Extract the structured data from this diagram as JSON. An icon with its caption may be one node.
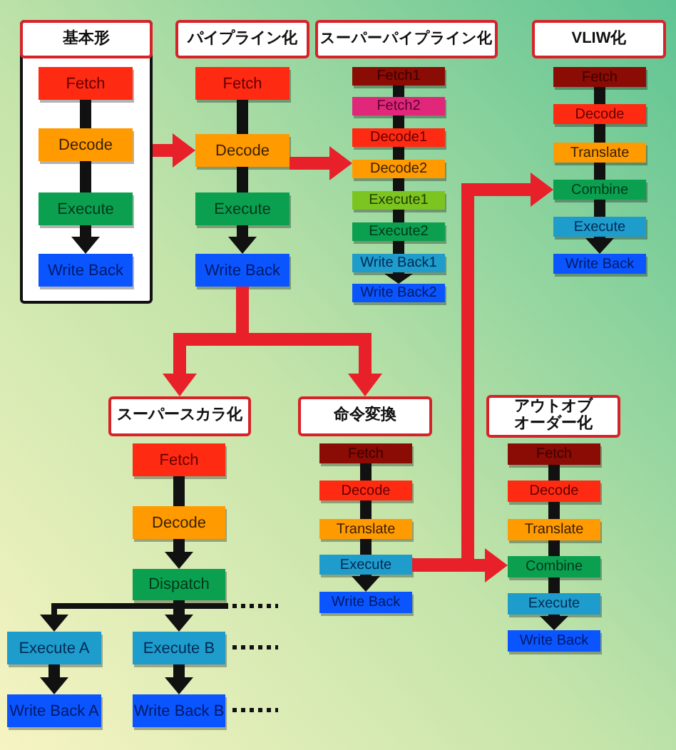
{
  "diagram": {
    "nodes": [
      {
        "text": [],
        "shape": "box"
      },
      {
        "text": [
          "基本形"
        ],
        "in": 0
      },
      {
        "text": [
          "Fetch"
        ],
        "in": 0
      },
      {
        "text": [
          "Decode"
        ],
        "in": 0
      },
      {
        "text": [
          "Execute"
        ],
        "in": 0
      },
      {
        "text": [
          "Write Back"
        ],
        "in": 0
      },
      {
        "text": [
          "パイプライン化"
        ]
      },
      {
        "text": [
          "Fetch"
        ]
      },
      {
        "text": [
          "Decode"
        ]
      },
      {
        "text": [
          "Execute"
        ]
      },
      {
        "text": [
          "Write Back"
        ]
      },
      {
        "text": [
          "スーパーパイプライン化"
        ]
      },
      {
        "text": [
          "Fetch1"
        ]
      },
      {
        "text": [
          "Fetch2"
        ]
      },
      {
        "text": [
          "Decode1"
        ]
      },
      {
        "text": [
          "Decode2"
        ]
      },
      {
        "text": [
          "Execute1"
        ]
      },
      {
        "text": [
          "Execute2"
        ]
      },
      {
        "text": [
          "Write Back1"
        ]
      },
      {
        "text": [
          "Write Back2"
        ]
      },
      {
        "text": [
          "VLIW化"
        ]
      },
      {
        "text": [
          "Fetch"
        ]
      },
      {
        "text": [
          "Decode"
        ]
      },
      {
        "text": [
          "Translate"
        ]
      },
      {
        "text": [
          "Combine"
        ]
      },
      {
        "text": [
          "Execute"
        ]
      },
      {
        "text": [
          "Write Back"
        ]
      },
      {
        "text": [
          "スーパースカラ化"
        ]
      },
      {
        "text": [
          "Fetch"
        ]
      },
      {
        "text": [
          "Decode"
        ]
      },
      {
        "text": [
          "Dispatch"
        ]
      },
      {
        "text": [
          "Execute A"
        ]
      },
      {
        "text": [
          "Execute B"
        ]
      },
      {
        "text": [
          "Write Back A"
        ]
      },
      {
        "text": [
          "Write Back B"
        ]
      },
      {
        "text": [
          "命令変換"
        ]
      },
      {
        "text": [
          "Fetch"
        ]
      },
      {
        "text": [
          "Decode"
        ]
      },
      {
        "text": [
          "Translate"
        ]
      },
      {
        "text": [
          "Execute"
        ]
      },
      {
        "text": [
          "Write Back"
        ]
      },
      {
        "text": [
          "アウトオブオーダー化"
        ]
      },
      {
        "text": [
          "Fetch"
        ]
      },
      {
        "text": [
          "Decode"
        ]
      },
      {
        "text": [
          "Translate"
        ]
      },
      {
        "text": [
          "Combine"
        ]
      },
      {
        "text": [
          "Execute"
        ]
      },
      {
        "text": [
          "Write Back"
        ]
      }
    ],
    "edges": [
      {
        "from": 2,
        "to": 3,
        "arrow": "none"
      },
      {
        "from": 3,
        "to": 4,
        "arrow": "none"
      },
      {
        "from": 4,
        "to": 5,
        "arrow": "to"
      },
      {
        "from": 7,
        "to": 8,
        "arrow": "none"
      },
      {
        "from": 8,
        "to": 9,
        "arrow": "none"
      },
      {
        "from": 9,
        "to": 10,
        "arrow": "to"
      },
      {
        "from": 12,
        "to": 13,
        "arrow": "none"
      },
      {
        "from": 13,
        "to": 14,
        "arrow": "none"
      },
      {
        "from": 14,
        "to": 15,
        "arrow": "none"
      },
      {
        "from": 15,
        "to": 16,
        "arrow": "none"
      },
      {
        "from": 16,
        "to": 17,
        "arrow": "none"
      },
      {
        "from": 17,
        "to": 18,
        "arrow": "none"
      },
      {
        "from": 18,
        "to": 19,
        "arrow": "to"
      },
      {
        "from": 21,
        "to": 22,
        "arrow": "none"
      },
      {
        "from": 22,
        "to": 23,
        "arrow": "none"
      },
      {
        "from": 23,
        "to": 24,
        "arrow": "none"
      },
      {
        "from": 24,
        "to": 25,
        "arrow": "none"
      },
      {
        "from": 25,
        "to": 26,
        "arrow": "to"
      },
      {
        "from": 28,
        "to": 29,
        "arrow": "none"
      },
      {
        "from": 29,
        "to": 30,
        "arrow": "to"
      },
      {
        "from": 30,
        "to": 31,
        "arrow": "to"
      },
      {
        "from": 30,
        "to": 32,
        "arrow": "to"
      },
      {
        "from": 31,
        "to": 33,
        "arrow": "to"
      },
      {
        "from": 32,
        "to": 34,
        "arrow": "to"
      },
      {
        "from": 36,
        "to": 37,
        "arrow": "none"
      },
      {
        "from": 37,
        "to": 38,
        "arrow": "none"
      },
      {
        "from": 38,
        "to": 39,
        "arrow": "none"
      },
      {
        "from": 39,
        "to": 40,
        "arrow": "to"
      },
      {
        "from": 42,
        "to": 43,
        "arrow": "none"
      },
      {
        "from": 43,
        "to": 44,
        "arrow": "none"
      },
      {
        "from": 44,
        "to": 45,
        "arrow": "none"
      },
      {
        "from": 45,
        "to": 46,
        "arrow": "none"
      },
      {
        "from": 46,
        "to": 47,
        "arrow": "to"
      },
      {
        "from": 0,
        "to": 8,
        "arrow": "to",
        "color": "#e8202a"
      },
      {
        "from": 8,
        "to": 15,
        "arrow": "to",
        "color": "#e8202a"
      },
      {
        "from": 10,
        "to": 27,
        "arrow": "to",
        "color": "#e8202a"
      },
      {
        "from": 10,
        "to": 35,
        "arrow": "to",
        "color": "#e8202a"
      },
      {
        "from": 39,
        "to": 24,
        "arrow": "to",
        "color": "#e8202a"
      },
      {
        "from": 39,
        "to": 45,
        "arrow": "to",
        "color": "#e8202a"
      }
    ]
  }
}
